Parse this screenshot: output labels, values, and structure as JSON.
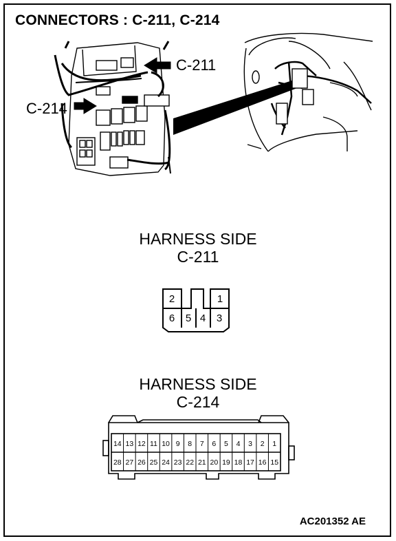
{
  "title": "CONNECTORS : C-211, C-214",
  "callouts": {
    "c211": "C-211",
    "c214": "C-214"
  },
  "harness_c211": {
    "heading": "HARNESS SIDE",
    "connector": "C-211",
    "top_row": [
      "2",
      "",
      "1"
    ],
    "bottom_row": [
      "6",
      "5",
      "4",
      "3"
    ]
  },
  "harness_c214": {
    "heading": "HARNESS SIDE",
    "connector": "C-214",
    "top_row": [
      "14",
      "13",
      "12",
      "11",
      "10",
      "9",
      "8",
      "7",
      "6",
      "5",
      "4",
      "3",
      "2",
      "1"
    ],
    "bottom_row": [
      "28",
      "27",
      "26",
      "25",
      "24",
      "23",
      "22",
      "21",
      "20",
      "19",
      "18",
      "17",
      "16",
      "15"
    ]
  },
  "figure_code": "AC201352 AE"
}
